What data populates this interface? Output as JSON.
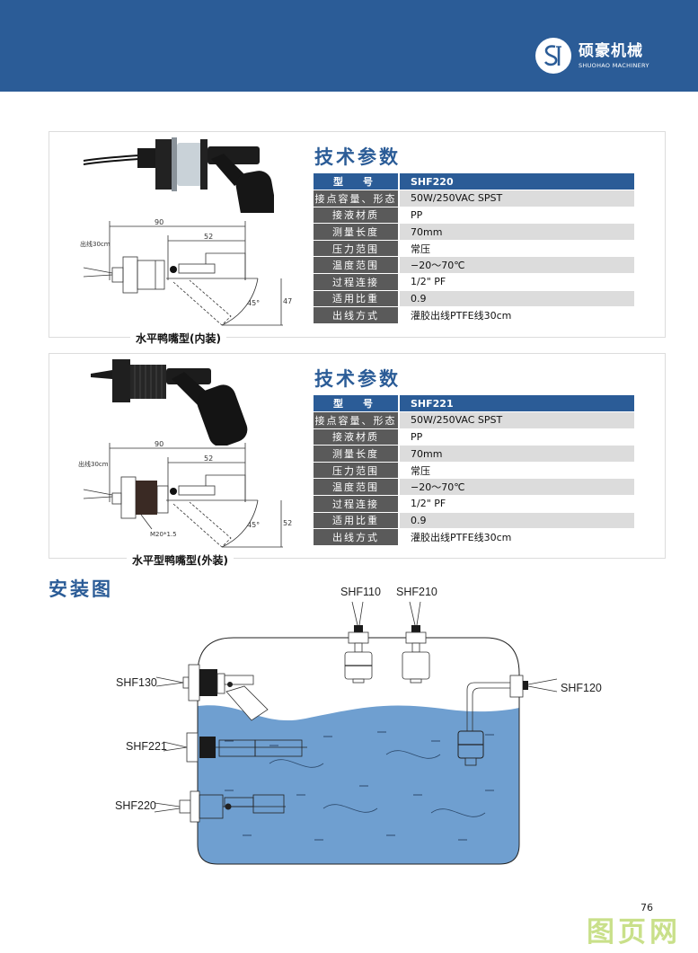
{
  "header": {
    "brand_cn": "硕豪机械",
    "brand_en": "SHUOHAO MACHINERY",
    "logo_letters": "SJ",
    "color": "#2b5c97"
  },
  "products": [
    {
      "caption": "水平鸭嘴型(内装)",
      "drawing": {
        "cable": "出线30cm",
        "len_total": "90",
        "len_arm": "52",
        "angle": "45°",
        "drop": "47"
      },
      "spec_title": "技术参数",
      "specs": [
        {
          "k": "型号",
          "v": "SHF220"
        },
        {
          "k": "接点容量、形态",
          "v": "50W/250VAC SPST"
        },
        {
          "k": "接液材质",
          "v": "PP"
        },
        {
          "k": "测量长度",
          "v": "70mm"
        },
        {
          "k": "压力范围",
          "v": "常压"
        },
        {
          "k": "温度范围",
          "v": "−20～70℃"
        },
        {
          "k": "过程连接",
          "v": "1/2\" PF"
        },
        {
          "k": "适用比重",
          "v": "0.9"
        },
        {
          "k": "出线方式",
          "v": "灌胶出线PTFE线30cm"
        }
      ]
    },
    {
      "caption": "水平型鸭嘴型(外装)",
      "drawing": {
        "cable": "出线30cm",
        "len_total": "90",
        "len_arm": "52",
        "angle": "45°",
        "drop": "52",
        "thread": "M20*1.5"
      },
      "spec_title": "技术参数",
      "specs": [
        {
          "k": "型号",
          "v": "SHF221"
        },
        {
          "k": "接点容量、形态",
          "v": "50W/250VAC SPST"
        },
        {
          "k": "接液材质",
          "v": "PP"
        },
        {
          "k": "测量长度",
          "v": "70mm"
        },
        {
          "k": "压力范围",
          "v": "常压"
        },
        {
          "k": "温度范围",
          "v": "−20～70℃"
        },
        {
          "k": "过程连接",
          "v": "1/2\" PF"
        },
        {
          "k": "适用比重",
          "v": "0.9"
        },
        {
          "k": "出线方式",
          "v": "灌胶出线PTFE线30cm"
        }
      ]
    }
  ],
  "install": {
    "title": "安装图",
    "labels": {
      "shf110": "SHF110",
      "shf210": "SHF210",
      "shf130": "SHF130",
      "shf120": "SHF120",
      "shf221": "SHF221",
      "shf220": "SHF220"
    },
    "water_color": "#6f9fd0"
  },
  "footer": {
    "page": "76",
    "watermark": "图页网"
  }
}
